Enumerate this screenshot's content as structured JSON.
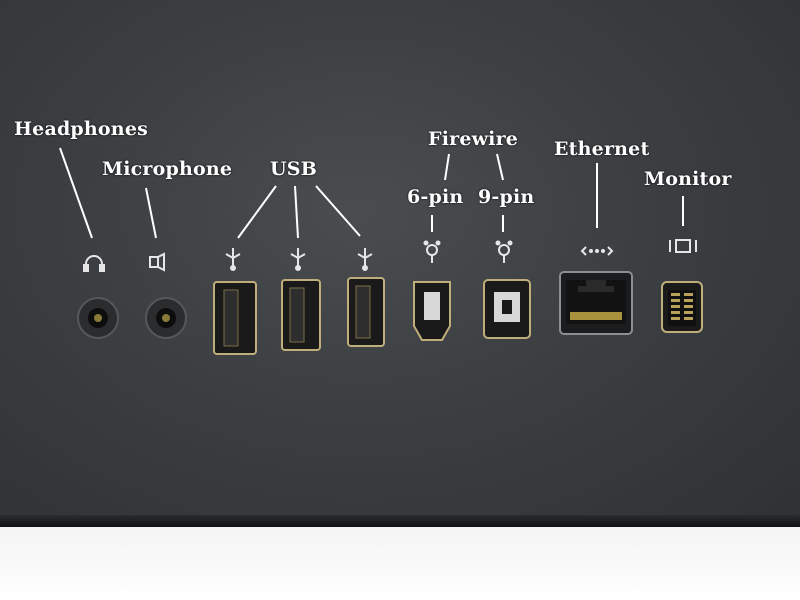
{
  "labels": {
    "headphones": "Headphones",
    "microphone": "Microphone",
    "usb": "USB",
    "firewire": "Firewire",
    "pin6": "6-pin",
    "pin9": "9-pin",
    "ethernet": "Ethernet",
    "monitor": "Monitor"
  },
  "icons": [
    "headphones-icon",
    "microphone-icon",
    "usb-icon",
    "firewire-icon",
    "ethernet-icon",
    "monitor-icon"
  ],
  "colors": {
    "panel": "#3c3f42",
    "label": "#ffffff"
  }
}
